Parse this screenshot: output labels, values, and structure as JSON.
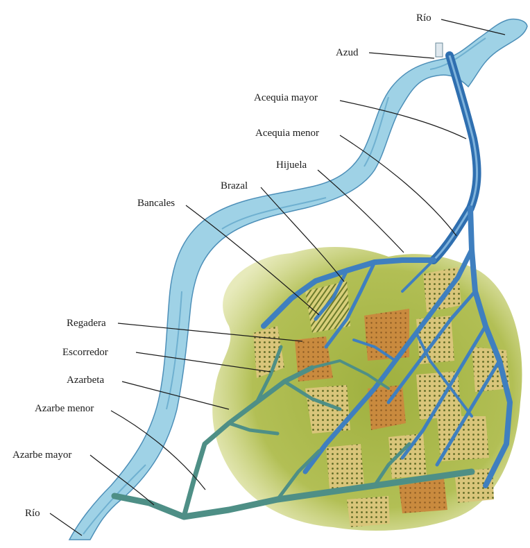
{
  "diagram": {
    "labels": {
      "rio_top": "Río",
      "azud": "Azud",
      "acequia_mayor": "Acequia mayor",
      "acequia_menor": "Acequia menor",
      "hijuela": "Hijuela",
      "brazal": "Brazal",
      "bancales": "Bancales",
      "regadera": "Regadera",
      "escorredor": "Escorredor",
      "azarbeta": "Azarbeta",
      "azarbe_menor": "Azarbe menor",
      "azarbe_mayor": "Azarbe mayor",
      "rio_bottom": "Río"
    },
    "colors": {
      "river": "#9fd2e6",
      "river_dark": "#6fb0d0",
      "irrigation_channel": "#2f6fb0",
      "drainage_channel": "#4e8f86",
      "vegetation": "#a9b84a",
      "vegetation_light": "#cfd67a",
      "field_orange": "#c98a3e",
      "field_yellow": "#e0c86a"
    }
  }
}
